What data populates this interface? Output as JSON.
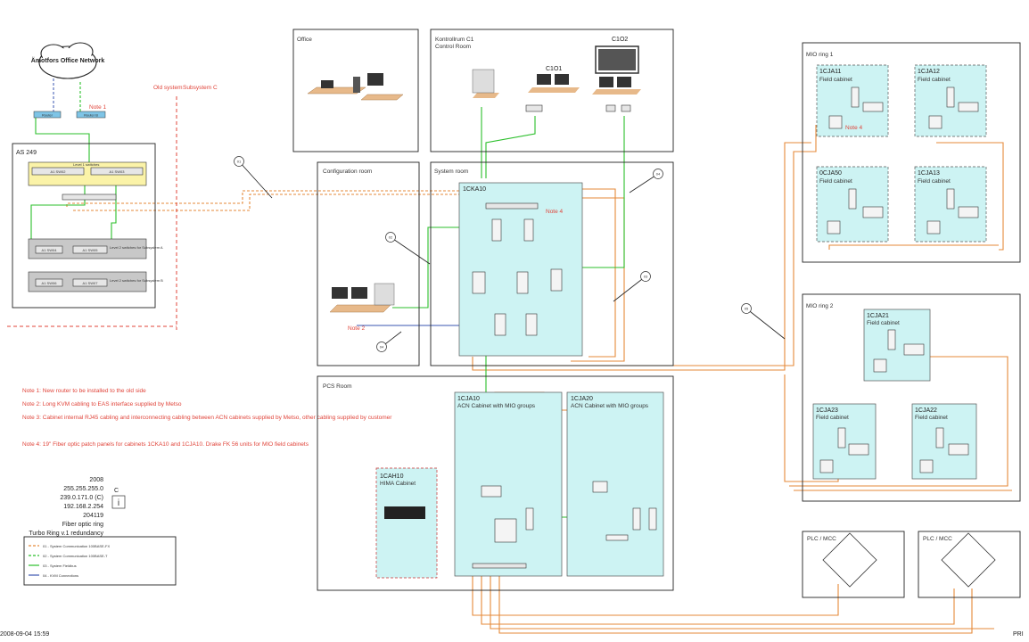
{
  "network": {
    "cloud": "Ämotfors Office Network",
    "router": "Router",
    "router_b": "Router B",
    "note1": "Note 1",
    "old_system": "Old system",
    "subsystem_c": "Subsystem C"
  },
  "as249": {
    "title": "AS 249",
    "level1": "Level 1 switches",
    "sw1": "A1 SW02",
    "sw2": "A1 SW03",
    "level2a": "Level 2 switches for Subsystem A",
    "level2b": "Level 2 switches for Subsystem B",
    "s1": "A1 SW04",
    "s2": "A1 SW05",
    "s3": "A1 SW06",
    "s4": "A1 SW07"
  },
  "office": {
    "title": "Office"
  },
  "control_room": {
    "title": "Kontrollrum C1",
    "subtitle": "Control Room",
    "c1o1": "C1O1",
    "c1o2": "C1O2"
  },
  "config_room": {
    "title": "Configuration room",
    "note2": "Note 2"
  },
  "system_room": {
    "title": "System room",
    "cabinet": "1CKA10",
    "note4": "Note 4"
  },
  "pcs_room": {
    "title": "PCS Room",
    "cja10": "1CJA10",
    "cja10_sub": "ACN Cabinet with MIO groups",
    "cja20": "1CJA20",
    "cja20_sub": "ACN Cabinet with MIO groups",
    "cah10": "1CAH10",
    "cah10_sub": "HIMA Cabinet"
  },
  "mio_ring1": {
    "title": "MIO ring 1",
    "cabinets": [
      {
        "id": "1CJA11",
        "sub": "Field cabinet",
        "note": "Note 4"
      },
      {
        "id": "1CJA12",
        "sub": "Field cabinet",
        "note": ""
      },
      {
        "id": "0CJA50",
        "sub": "Field cabinet",
        "note": ""
      },
      {
        "id": "1CJA13",
        "sub": "Field cabinet",
        "note": ""
      }
    ]
  },
  "mio_ring2": {
    "title": "MIO ring 2",
    "cabinets": [
      {
        "id": "1CJA21",
        "sub": "Field cabinet"
      },
      {
        "id": "1CJA23",
        "sub": "Field cabinet"
      },
      {
        "id": "1CJA22",
        "sub": "Field cabinet"
      }
    ]
  },
  "plc": [
    {
      "label": "PLC / MCC"
    },
    {
      "label": "PLC / MCC"
    }
  ],
  "circles": [
    "01",
    "02",
    "03",
    "04",
    "05"
  ],
  "notes": [
    "Note 1: New router to be installed to the old side",
    "Note 2: Long KVM cabling to EAS interface supplied by Metso",
    "Note 3: Cabinet internal RJ45 cabling and interconnecting cabling between ACN cabinets supplied by Metso, other cabling supplied by customer",
    "Note 4: 19\" Fiber optic patch panels for cabinets 1CKA10 and 1CJA10. Drake FK 56 units for MIO field cabinets"
  ],
  "info": {
    "year": "2008",
    "mask": "255.255.255.0",
    "addr1": "239.0.171.0 (C)",
    "addr2": "192.168.2.254",
    "code": "204119",
    "ring": "Fiber optic ring",
    "redundancy": "Turbo Ring v.1 redundancy",
    "rev": "C"
  },
  "legend": [
    "01 - System Communication 100BASE-FX",
    "02 - System Communication 100BASE-T",
    "03 - System Fieldbus",
    "04 - KVM Connections"
  ],
  "footer": {
    "date": "2008-09-04 15:59",
    "corner": "PRI"
  }
}
